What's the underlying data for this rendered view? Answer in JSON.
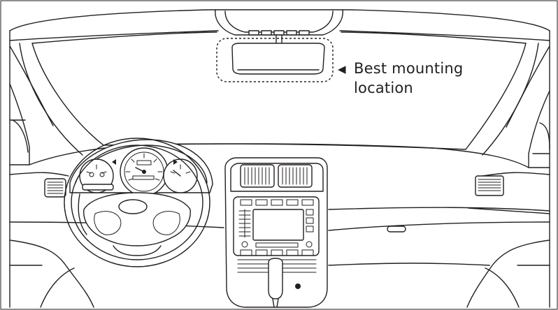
{
  "callout": {
    "line1": "Best mounting",
    "line2": "location",
    "arrow_icon": "left-pointing-triangle"
  },
  "colors": {
    "stroke": "#231f20",
    "background": "#ffffff"
  }
}
